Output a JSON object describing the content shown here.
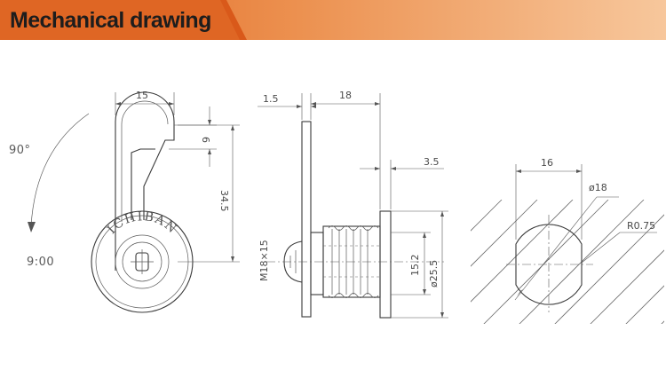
{
  "header": {
    "title": "Mechanical drawing",
    "colors": {
      "banner_dark": "#e0621b",
      "banner_light": "#f7c79c"
    }
  },
  "front_view": {
    "rotation_label": "90°",
    "position_label": "9:00",
    "brand_text": "ICHIBAN",
    "dim_width": "15",
    "dim_slot": "6",
    "dim_length": "34.5"
  },
  "side_view": {
    "dim_plate": "1.5",
    "dim_body": "18",
    "dim_flange": "3.5",
    "dim_thread": "M18×15",
    "dim_flat": "15.2",
    "dim_diameter": "ø25.5"
  },
  "cutout_view": {
    "dim_width": "16",
    "dim_diameter": "ø18",
    "dim_radius": "R0.75"
  }
}
